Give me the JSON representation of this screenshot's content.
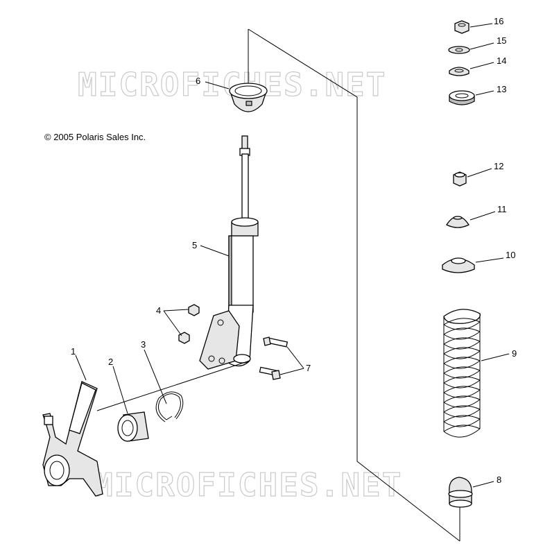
{
  "copyright": "© 2005 Polaris Sales Inc.",
  "watermark": "MICROFICHES.NET",
  "callouts": {
    "p1": "1",
    "p2": "2",
    "p3": "3",
    "p4": "4",
    "p5": "5",
    "p6": "6",
    "p7": "7",
    "p8": "8",
    "p9": "9",
    "p10": "10",
    "p11": "11",
    "p12": "12",
    "p13": "13",
    "p14": "14",
    "p15": "15",
    "p16": "16"
  }
}
